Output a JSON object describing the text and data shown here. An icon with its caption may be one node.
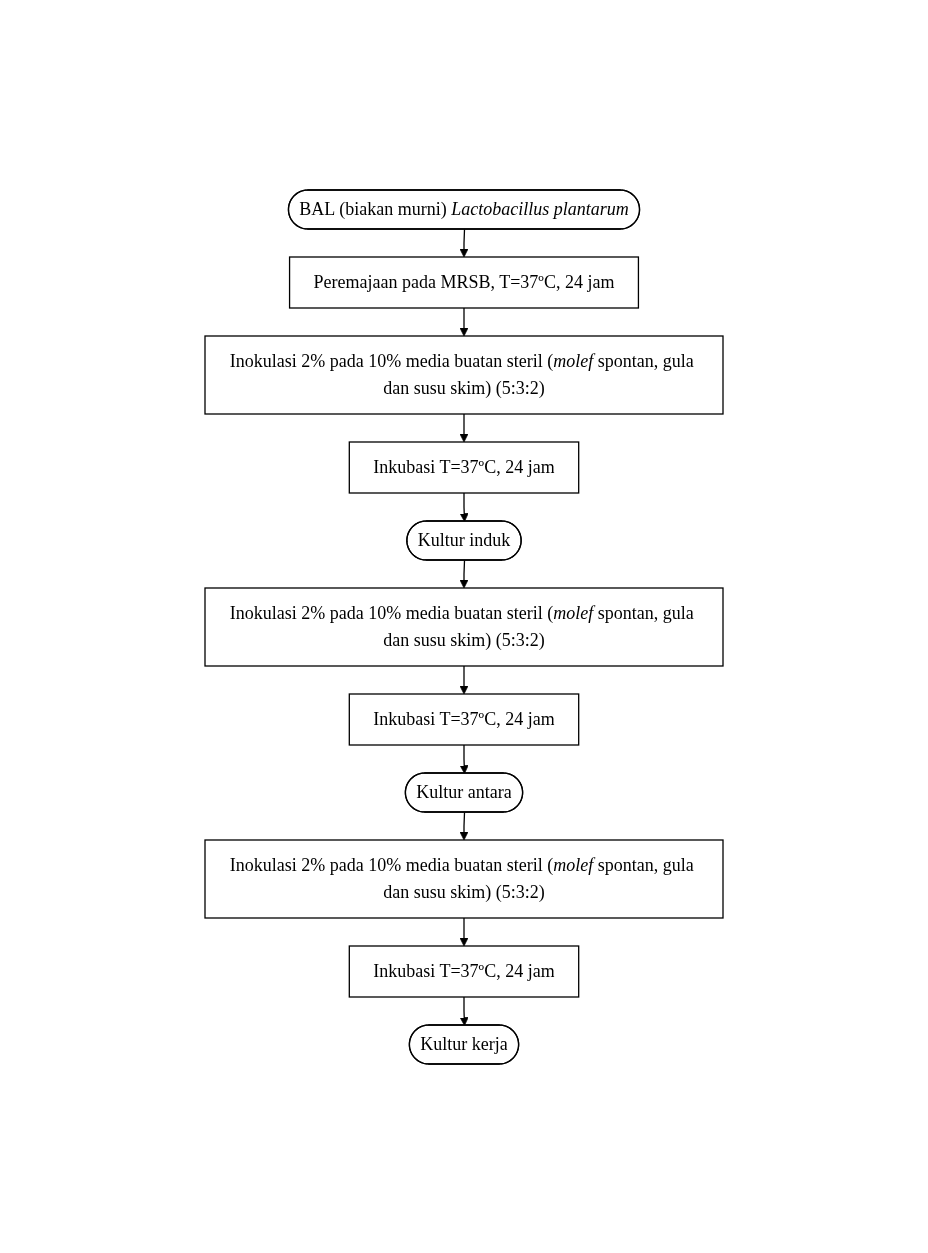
{
  "diagram": {
    "nodes": [
      {
        "text": [
          "BAL (biakan murni) *Lactobacillus plantarum*"
        ]
      },
      {
        "text": [
          "Peremajaan pada MRSB, T=37ºC, 24 jam"
        ]
      },
      {
        "text": [
          "Inokulasi 2% pada 10% media buatan steril (*molef* spontan, gula dan susu skim) (5:3:2)"
        ]
      },
      {
        "text": [
          "Inkubasi T=37ºC, 24 jam"
        ]
      },
      {
        "text": [
          "Kultur induk"
        ]
      },
      {
        "text": [
          "Inokulasi 2% pada 10% media buatan steril (*molef* spontan, gula dan susu skim) (5:3:2)"
        ]
      },
      {
        "text": [
          "Inkubasi T=37ºC, 24 jam"
        ]
      },
      {
        "text": [
          "Kultur antara"
        ]
      },
      {
        "text": [
          "Inokulasi 2% pada 10% media buatan steril (*molef* spontan, gula dan susu skim) (5:3:2)"
        ]
      },
      {
        "text": [
          "Inkubasi T=37ºC, 24 jam"
        ]
      },
      {
        "text": [
          "Kultur kerja"
        ]
      }
    ],
    "edges": [
      {
        "from": 0,
        "to": 1,
        "arrow": "to"
      },
      {
        "from": 1,
        "to": 2,
        "arrow": "to"
      },
      {
        "from": 2,
        "to": 3,
        "arrow": "to"
      },
      {
        "from": 3,
        "to": 4,
        "arrow": "to"
      },
      {
        "from": 4,
        "to": 5,
        "arrow": "to"
      },
      {
        "from": 5,
        "to": 6,
        "arrow": "to"
      },
      {
        "from": 6,
        "to": 7,
        "arrow": "to"
      },
      {
        "from": 7,
        "to": 8,
        "arrow": "to"
      },
      {
        "from": 8,
        "to": 9,
        "arrow": "to"
      },
      {
        "from": 9,
        "to": 10,
        "arrow": "to"
      }
    ]
  }
}
